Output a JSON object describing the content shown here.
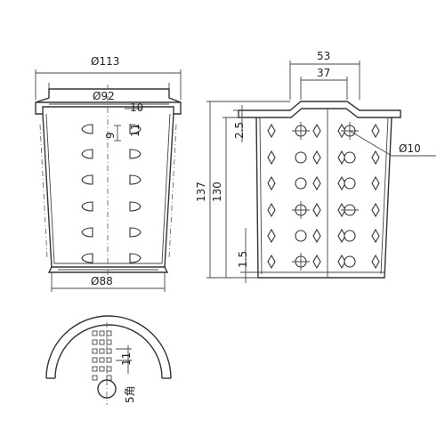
{
  "dimensions": {
    "front_top_outer": "Ø113",
    "front_top_inner": "Ø92",
    "front_rim_width": "10",
    "front_slot_pitch": "9",
    "front_slot_size": "11",
    "front_bottom": "Ø88",
    "side_top_width": "53",
    "side_top_inner": "37",
    "side_overall_height": "137",
    "side_body_height": "130",
    "side_rim_height": "2.5",
    "side_bottom_gap": "1.5",
    "side_hole_dia": "Ø10",
    "plan_slot_size": "11",
    "plan_center_mark": "5角"
  }
}
